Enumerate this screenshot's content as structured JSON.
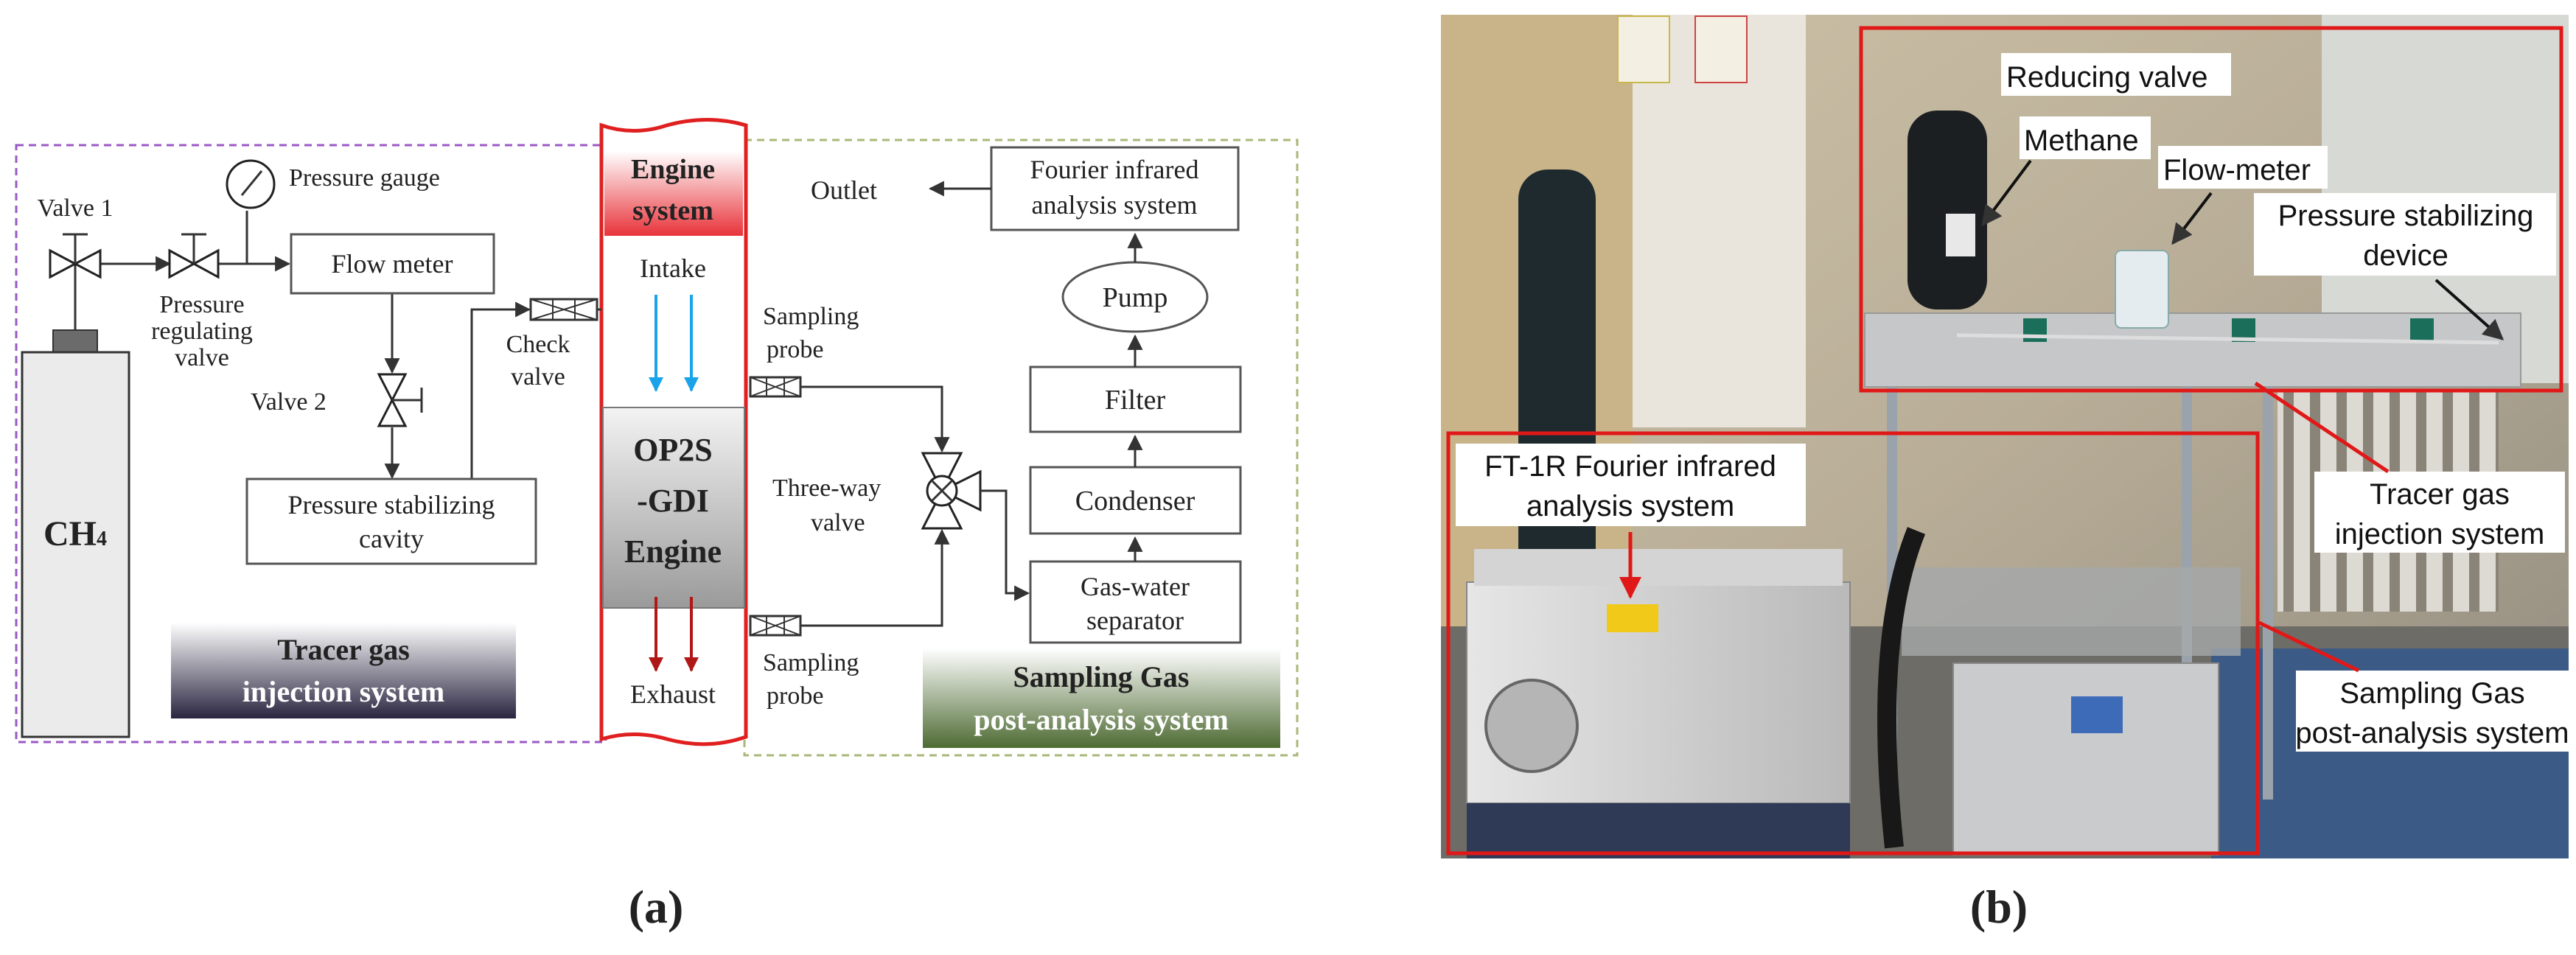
{
  "panel_a": {
    "caption": "(a)",
    "cylinder_label": "CH",
    "cylinder_label_sub": "4",
    "valve1": "Valve 1",
    "valve2": "Valve 2",
    "pressure_gauge": "Pressure gauge",
    "pressure_regulating_valve": [
      "Pressure",
      "regulating",
      "valve"
    ],
    "flow_meter": "Flow meter",
    "check_valve": [
      "Check",
      "valve"
    ],
    "pressure_stabilizing_cavity": [
      "Pressure stabilizing",
      "cavity"
    ],
    "tracer_gas_system": [
      "Tracer gas",
      "injection system"
    ],
    "engine_system": [
      "Engine",
      "system"
    ],
    "intake": "Intake",
    "engine": [
      "OP2S",
      "-GDI",
      "Engine"
    ],
    "exhaust": "Exhaust",
    "sampling_probe_top": [
      "Sampling",
      "probe"
    ],
    "sampling_probe_bottom": [
      "Sampling",
      "probe"
    ],
    "three_way_valve": [
      "Three-way",
      "valve"
    ],
    "outlet": "Outlet",
    "fourier_box": [
      "Fourier infrared",
      "analysis system"
    ],
    "pump": "Pump",
    "filter": "Filter",
    "condenser": "Condenser",
    "gas_water_separator": [
      "Gas-water",
      "separator"
    ],
    "sampling_gas_system": [
      "Sampling Gas",
      "post-analysis system"
    ],
    "colors": {
      "tracer_border": "#9b59c7",
      "engine_red": "#e02020",
      "sampling_border": "#a8b878",
      "tracer_label_dark": "#2a2540",
      "sampling_label_dark": "#4e6b33",
      "intake_arrow": "#1aa3e8",
      "exhaust_arrow": "#b01818"
    }
  },
  "panel_b": {
    "caption": "(b)",
    "reducing_valve": "Reducing valve",
    "methane": "Methane",
    "flow_meter": "Flow-meter",
    "pressure_stabilizing_device": [
      "Pressure stabilizing",
      "device"
    ],
    "ftir": [
      "FT-1R Fourier infrared",
      "analysis system"
    ],
    "tracer_gas_system": [
      "Tracer gas",
      "injection system"
    ],
    "sampling_gas_system": [
      "Sampling Gas",
      "post-analysis system"
    ],
    "colors": {
      "highlight": "#e01818"
    }
  }
}
